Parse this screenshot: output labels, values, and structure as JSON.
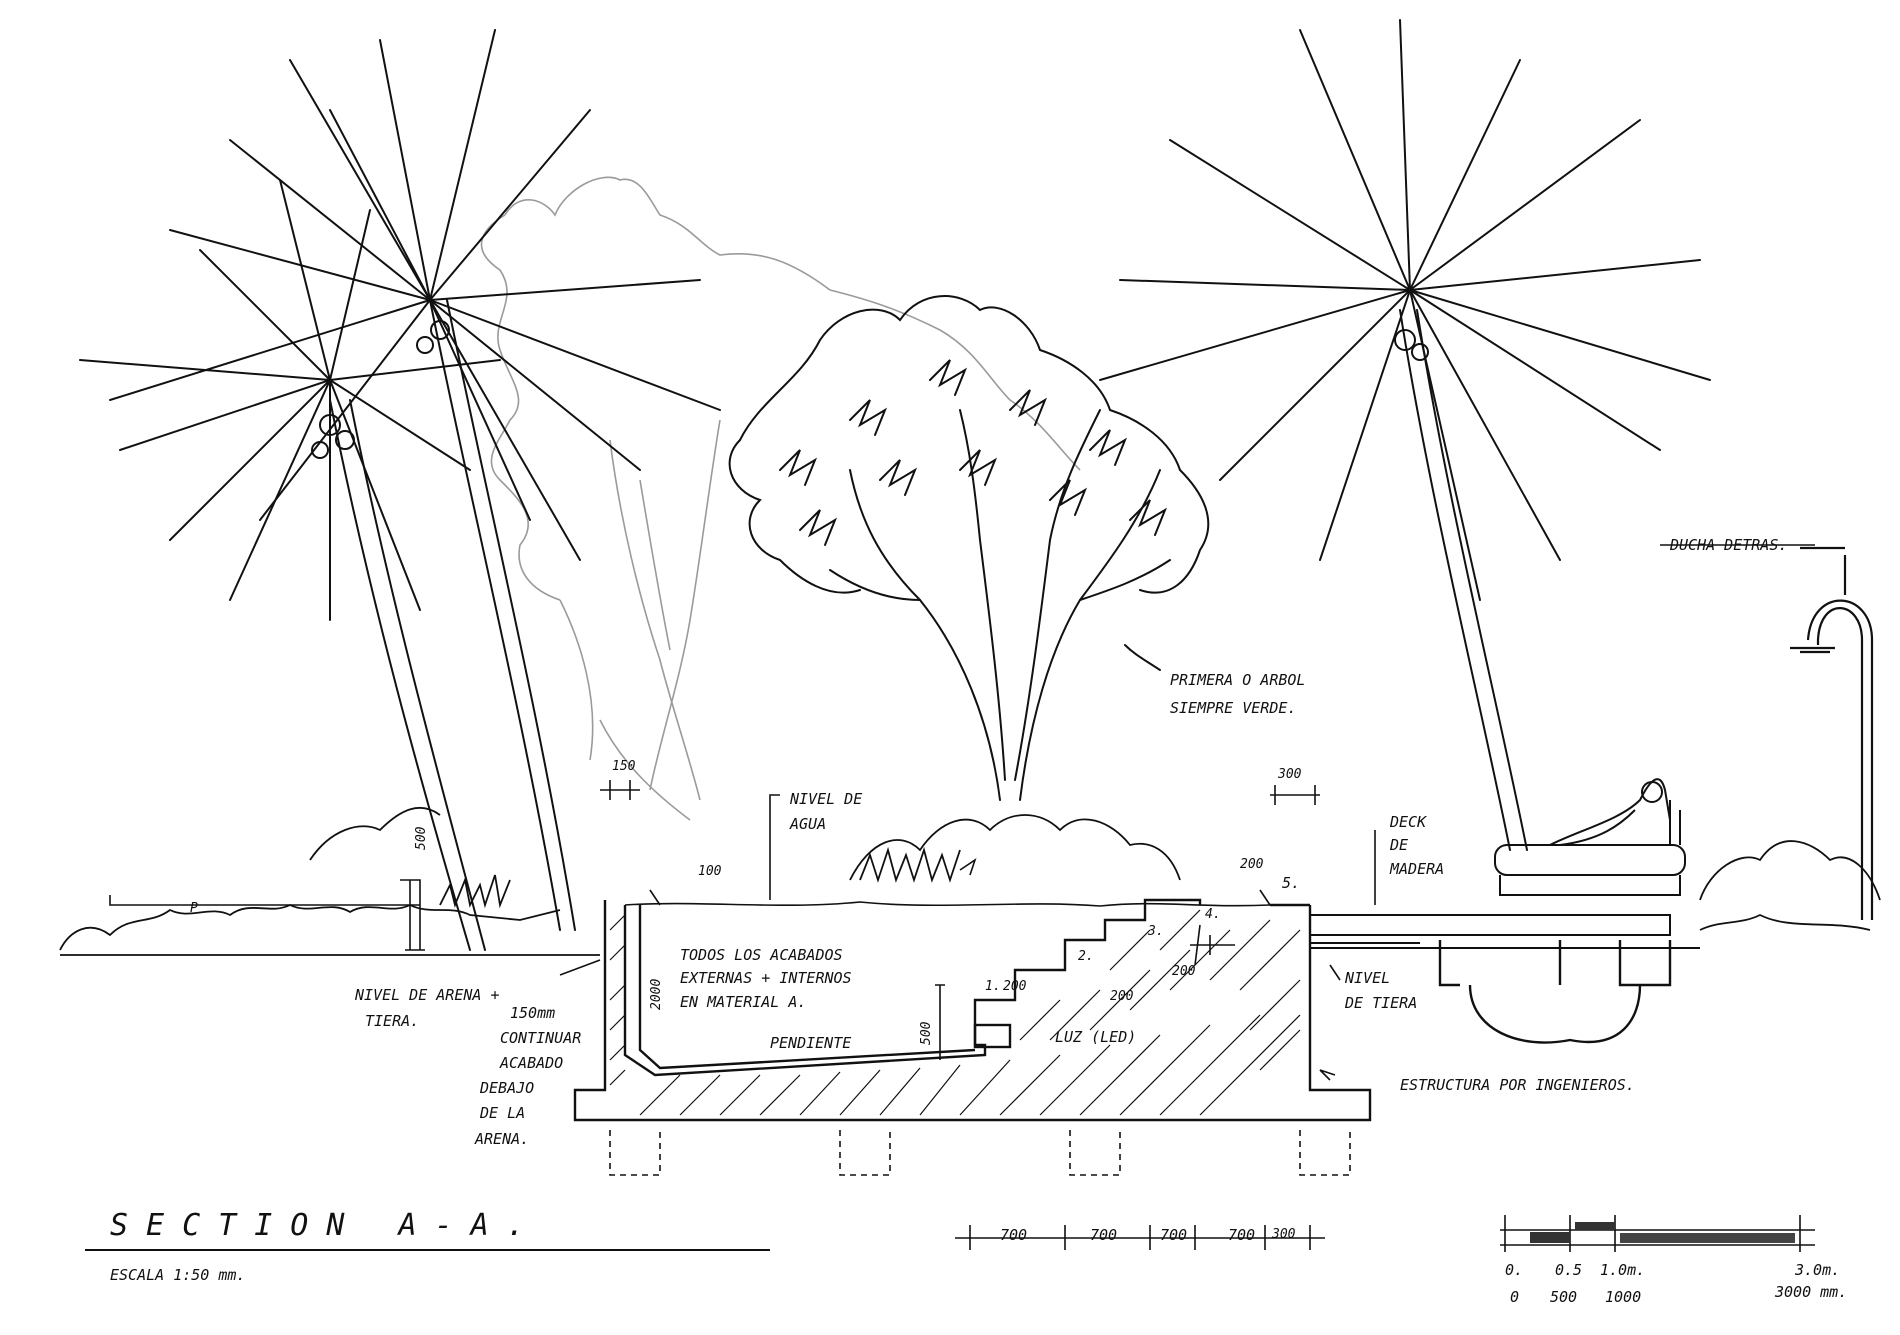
{
  "title": "SECTION A-A.",
  "scale_note": "ESCALA 1:50 mm.",
  "labels": {
    "shower": "DUCHA DETRAS.",
    "tree_1": "PRIMERA O ARBOL",
    "tree_2": "SIEMPRE VERDE.",
    "water_level_1": "NIVEL DE",
    "water_level_2": "AGUA",
    "deck_1": "DECK",
    "deck_2": "DE",
    "deck_3": "MADERA",
    "finishes_1": "TODOS LOS ACABADOS",
    "finishes_2": "EXTERNAS + INTERNOS",
    "finishes_3": "EN MATERIAL A.",
    "slope": "PENDIENTE",
    "light": "LUZ (LED)",
    "sand_level_1": "NIVEL DE ARENA +",
    "sand_level_2": "TIERA.",
    "finish_below_1": "150mm",
    "finish_below_2": "CONTINUAR",
    "finish_below_3": "ACABADO",
    "finish_below_4": "DEBAJO",
    "finish_below_5": "DE LA",
    "finish_below_6": "ARENA.",
    "ground_level_1": "NIVEL",
    "ground_level_2": "DE TIERA",
    "structure": "ESTRUCTURA POR INGENIEROS."
  },
  "dimensions": {
    "d150": "150",
    "d300_top": "300",
    "d500": "500",
    "d100": "100",
    "d200_edge": "200",
    "step_5": "5.",
    "step_4": "4.",
    "step_3": "3.",
    "step_2": "2.",
    "step_1": "1.",
    "d200_a": "200",
    "d200_b": "200",
    "d200_c": "200",
    "d2000": "2000",
    "d500_b": "500",
    "p_mark": "P"
  },
  "bottom_dims": [
    "700",
    "700",
    "700",
    "700",
    "300"
  ],
  "scale_bar": {
    "top": [
      "0.",
      "0.5",
      "1.0m.",
      "3.0m."
    ],
    "bottom": [
      "0",
      "500",
      "1000",
      "3000 mm."
    ]
  }
}
